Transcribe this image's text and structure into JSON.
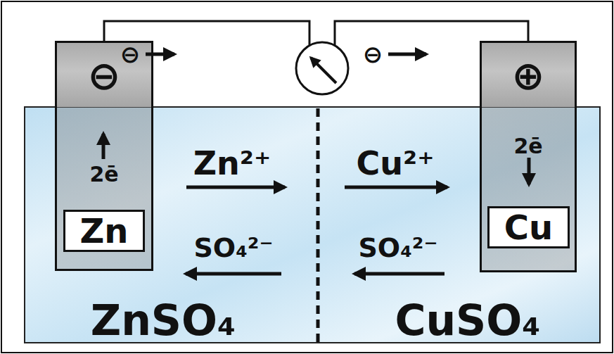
{
  "diagram": {
    "nodes": [
      {
        "text": [
          "⊖",
          "2ē"
        ]
      },
      {
        "text": [
          "Zn"
        ],
        "in": 0
      },
      {
        "text": [
          "⊕",
          "2ē"
        ]
      },
      {
        "text": [
          "Cu"
        ],
        "in": 2
      }
    ],
    "edges": [
      {
        "from": 0,
        "to": 2,
        "arrow": "none"
      }
    ],
    "labels": [
      "⊖",
      "⊖",
      "Zn²⁺",
      "SO₄²⁻",
      "Cu²⁺",
      "SO₄²⁻",
      "ZnSO₄",
      "CuSO₄"
    ]
  }
}
